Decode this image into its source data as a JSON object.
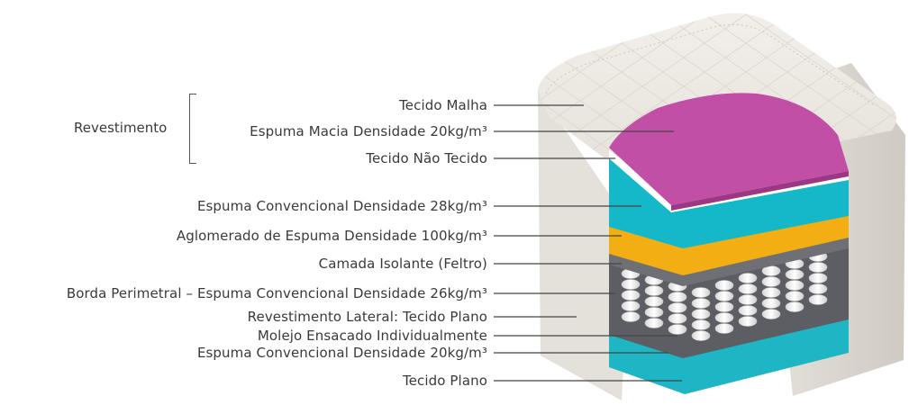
{
  "group": {
    "label": "Revestimento"
  },
  "layers": [
    {
      "id": "tecido-malha",
      "label": "Tecido Malha"
    },
    {
      "id": "espuma-macia",
      "label": "Espuma Macia Densidade 20kg/m³"
    },
    {
      "id": "tecido-nao-tecido",
      "label": "Tecido Não Tecido"
    },
    {
      "id": "espuma-convencional-28",
      "label": "Espuma Convencional Densidade 28kg/m³"
    },
    {
      "id": "aglomerado-100",
      "label": "Aglomerado de Espuma Densidade 100kg/m³"
    },
    {
      "id": "camada-isolante",
      "label": "Camada Isolante (Feltro)"
    },
    {
      "id": "borda-perimetral",
      "label": "Borda Perimetral – Espuma Convencional Densidade 26kg/m³"
    },
    {
      "id": "revestimento-lateral",
      "label": "Revestimento Lateral: Tecido Plano"
    },
    {
      "id": "molejo",
      "label": "Molejo Ensacado Individualmente"
    },
    {
      "id": "espuma-convencional-20",
      "label": "Espuma Convencional Densidade 20kg/m³"
    },
    {
      "id": "tecido-plano",
      "label": "Tecido Plano"
    }
  ],
  "colors": {
    "quilt": "#ece9e3",
    "side": "#dedad4",
    "magenta": "#c24fa6",
    "teal": "#19bcc9",
    "yellow": "#f5b71d",
    "felt": "#6f7075",
    "spring": "#f4f4f4",
    "leader": "#444444"
  }
}
